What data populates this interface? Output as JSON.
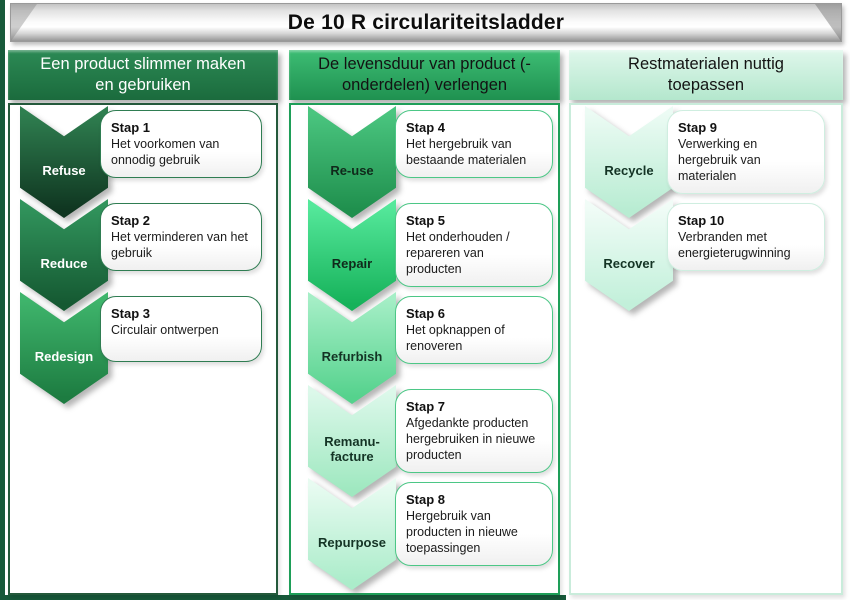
{
  "title": "De 10 R circulariteitsladder",
  "frame_color": "#17593a",
  "columns": [
    {
      "header": "Een product slimmer maken en gebruiken",
      "header_top": "#2c8a55",
      "header_bottom": "#1b6b3d",
      "header_text": "#ffffff",
      "body_border": "#24593b",
      "box_border": "#2f7d52",
      "steps": [
        {
          "label": "Refuse",
          "step_no": "Stap 1",
          "description": "Het voorkomen van onnodig gebruik",
          "chevron_top": "#2f7f50",
          "chevron_bottom": "#0f3520",
          "label_color": "#ffffff"
        },
        {
          "label": "Reduce",
          "step_no": "Stap 2",
          "description": "Het verminderen van het gebruik",
          "chevron_top": "#31945c",
          "chevron_bottom": "#155932",
          "label_color": "#ffffff"
        },
        {
          "label": "Redesign",
          "step_no": "Stap 3",
          "description": "Circulair ontwerpen",
          "chevron_top": "#3fb56c",
          "chevron_bottom": "#1d7c41",
          "label_color": "#ffffff"
        }
      ]
    },
    {
      "header": "De levensduur van product (-onderdelen) verlengen",
      "header_top": "#3dbd74",
      "header_bottom": "#1f9150",
      "header_text": "#131313",
      "body_border": "#1e9e58",
      "box_border": "#4cc786",
      "steps": [
        {
          "label": "Re-use",
          "step_no": "Stap 4",
          "description": "Het hergebruik van bestaande materialen",
          "chevron_top": "#4ac57f",
          "chevron_bottom": "#1f8f4d",
          "label_color": "#10291b"
        },
        {
          "label": "Repair",
          "step_no": "Stap 5",
          "description": "Het onderhouden / repareren van producten",
          "chevron_top": "#55e89b",
          "chevron_bottom": "#16b25a",
          "label_color": "#10291b"
        },
        {
          "label": "Refurbish",
          "step_no": "Stap 6",
          "description": "Het opknappen of renoveren",
          "chevron_top": "#a5eec6",
          "chevron_bottom": "#55d28d",
          "label_color": "#143425"
        },
        {
          "label": "Remanu-\nfacture",
          "step_no": "Stap 7",
          "description": "Afgedankte producten hergebruiken in nieuwe producten",
          "chevron_top": "#dcf8ea",
          "chevron_bottom": "#9fe8c0",
          "label_color": "#143425"
        },
        {
          "label": "Repurpose",
          "step_no": "Stap 8",
          "description": "Hergebruik van producten in nieuwe toepassingen",
          "chevron_top": "#e8fbf1",
          "chevron_bottom": "#abecca",
          "label_color": "#143425"
        }
      ]
    },
    {
      "header": "Restmaterialen nuttig toepassen",
      "header_top": "#dff7eb",
      "header_bottom": "#b4e7cd",
      "header_text": "#131313",
      "body_border": "#c9ecdb",
      "box_border": "#cfeee0",
      "steps": [
        {
          "label": "Recycle",
          "step_no": "Stap 9",
          "description": "Verwerking en hergebruik van materialen",
          "chevron_top": "#ecfbf4",
          "chevron_bottom": "#b8ecd2",
          "label_color": "#143425"
        },
        {
          "label": "Recover",
          "step_no": "Stap 10",
          "description": "Verbranden met energieterugwinning",
          "chevron_top": "#f1fcf7",
          "chevron_bottom": "#c2f0da",
          "label_color": "#143425"
        }
      ]
    }
  ]
}
